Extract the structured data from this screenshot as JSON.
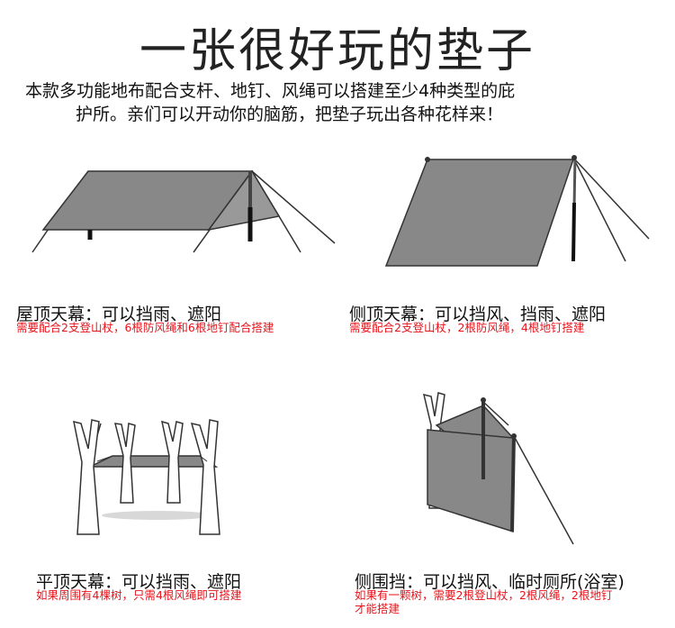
{
  "title": "一张很好玩的垫子",
  "intro": {
    "line1": "本款多功能地布配合支杆、地钉、风绳可以搭建至少4种类型的庇",
    "line2": "护所。亲们可以开动你的脑筋，把垫子玩出各种花样来！"
  },
  "panels": [
    {
      "heading": "屋顶天幕：可以挡雨、遮阳",
      "note": "需要配合2支登山杖，6根防风绳和6根地钉配合搭建"
    },
    {
      "heading": "侧顶天幕：可以挡风、挡雨、遮阳",
      "note": "需要配合2支登山杖，2根防风绳，4根地钉搭建"
    },
    {
      "heading": "平顶天幕：可以挡雨、遮阳",
      "note": "如果周围有4棵树，只需4根风绳即可搭建"
    },
    {
      "heading": "侧围挡：可以挡风、临时厕所(浴室)",
      "note1": "如果有一颗树，需要2根登山杖，2根风绳，2根地钉",
      "note2": "才能搭建"
    }
  ],
  "colors": {
    "tarp": "#888888",
    "note": "#e8141b",
    "text": "#111111"
  }
}
